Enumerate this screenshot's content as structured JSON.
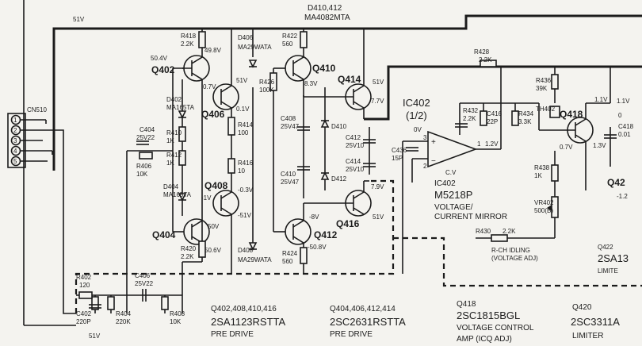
{
  "labels": {
    "d410": "D410,412",
    "d410_part": "MA4082MTA",
    "rail_51v": "51V",
    "cn510": "CN510",
    "r418": "R418",
    "r418_v": "2.2K",
    "v_504": "50.4V",
    "v_498": "49.8V",
    "q402": "Q402",
    "v_07": "0.7V",
    "d406": "D406",
    "d406_p": "MA29WATA",
    "r422": "R422",
    "r422_v": "560",
    "q410": "Q410",
    "r426": "R426",
    "r426_v": "100K",
    "v_51_a": "51V",
    "v_83": "8.3V",
    "q414": "Q414",
    "v_51_b": "51V",
    "v_77": "7.7V",
    "d402": "D402",
    "d402_p": "MA165TA",
    "q406": "Q406",
    "v_01": "0.1V",
    "c404": "C404",
    "c404_v": "25V22",
    "r406": "R406",
    "r406_v": "10K",
    "r410": "R410",
    "r410_v": "1K",
    "r412": "R412",
    "r412_v": "1K",
    "r414": "R414",
    "r414_v": "100",
    "c408": "C408",
    "c408_v": "25V47",
    "d410b": "D410",
    "c412": "C412",
    "c412_v": "25V10",
    "ic402": "IC402",
    "ic402_half": "(1/2)",
    "v_0": "0V",
    "c436": "C436",
    "c436_v": "15P",
    "pin3": "3",
    "pin2": "2",
    "pin1": "1",
    "ic_plus": "+",
    "ic_minus": "−",
    "ic_cv": "C.V",
    "r432": "R432",
    "r432_v": "2.2K",
    "c416": "C416",
    "c416_v": "22P",
    "r434": "R434",
    "r434_v": "3.3K",
    "v_12": "1.2V",
    "r428": "R428",
    "r428_v": "2.2K",
    "r436": "R436",
    "r436_v": "39K",
    "th402": "TH402",
    "q418": "Q418",
    "v_11": "1.1V",
    "v_0v": "0.7V",
    "c418": "C418",
    "c418_v": "0.01",
    "v_13": "1.3V",
    "r438": "R438",
    "r438_v": "1K",
    "vr402": "VR402",
    "vr402_v": "500(B)",
    "d404": "D404",
    "d404_p": "MA165TA",
    "q408": "Q408",
    "v_m1": "-1V",
    "r416": "R416",
    "r416_v": "10",
    "v_m03": "-0.3V",
    "v_m51": "-51V",
    "c410": "C410",
    "c410_v": "25V47",
    "d412": "D412",
    "c414": "C414",
    "c414_v": "25V10",
    "v_79": "7.9V",
    "v_m8": "-8V",
    "v_51_c": "51V",
    "q416": "Q416",
    "ic402_name": "IC402",
    "ic402_model": "M5218P",
    "ic402_fn1": "VOLTAGE/",
    "ic402_fn2": "CURRENT MIRROR",
    "q404": "Q404",
    "v_50": "50V",
    "q412": "Q412",
    "r420": "R420",
    "r420_v": "2.2K",
    "v_506": "50.6V",
    "d408": "D408",
    "d408_p": "MA29WATA",
    "r424": "R424",
    "r424_v": "560",
    "v_m508": "-50.8V",
    "r430": "R430",
    "r430_v": "2.2K",
    "idling": "R-CH IDLING",
    "idling2": "(VOLTAGE ADJ)",
    "q422": "Q422",
    "q42x": "Q42",
    "n12": "-1.2",
    "q422_part": "2SA13",
    "limiter_part": "LIMITE",
    "r402": "R402",
    "r402_v": "120",
    "c406": "C406",
    "c406_v": "25V22",
    "c402": "C402",
    "c402_v": "220P",
    "r404": "R404",
    "r404_v": "220K",
    "r408": "R408",
    "r408_v": "10K",
    "rail_51v_b": "51V",
    "desc1_q": "Q402,408,410,416",
    "desc1_part": "2SA1123RSTTA",
    "desc1_fn": "PRE DRIVE",
    "desc2_q": "Q404,406,412,414",
    "desc2_part": "2SC2631RSTTA",
    "desc2_fn": "PRE DRIVE",
    "desc3_q": "Q418",
    "desc3_part": "2SC1815BGL",
    "desc3_fn1": "VOLTAGE CONTROL",
    "desc3_fn2": "AMP (ICQ ADJ)",
    "desc4_q": "Q420",
    "desc4_part": "2SC3311A",
    "desc4_fn": "LIMITER",
    "conn1": "1",
    "conn2": "2",
    "conn3": "3",
    "conn4": "4",
    "conn5": "5",
    "right_11v": "1.1V",
    "right_0": "0"
  }
}
